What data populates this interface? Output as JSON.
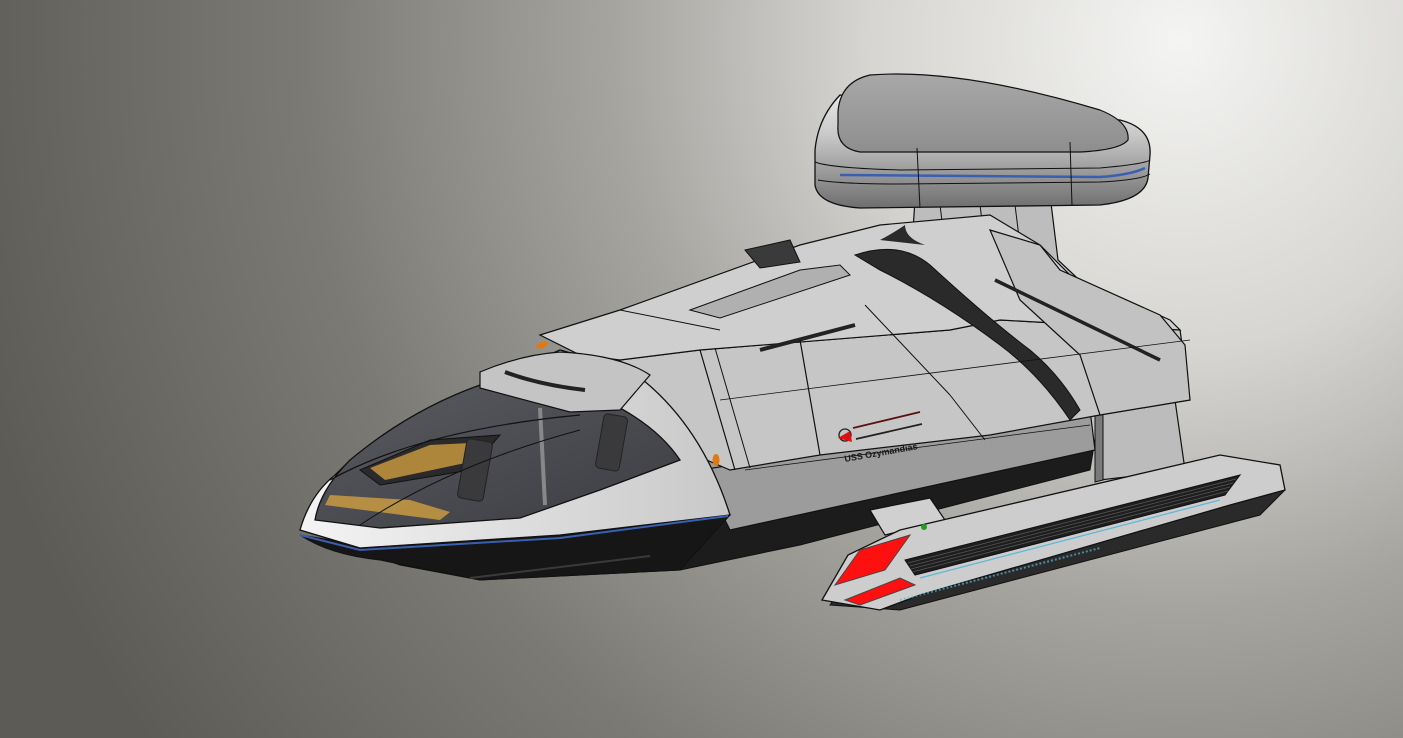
{
  "scene": {
    "type": "3d-cad-render",
    "subject": "shuttlecraft model",
    "background": {
      "top_right": "#f2f2f0",
      "mid": "#a9a8a3",
      "bottom_left": "#5f5e58"
    }
  },
  "ship": {
    "registry_label": "USS Ozymandias",
    "colors": {
      "hull_light": "#d4d4d4",
      "hull_mid": "#b8b8b8",
      "hull_dark": "#8a8a8a",
      "underside": "#1c1c1c",
      "canopy": "#4a4b4f",
      "accent_blue": "#3a5fb0",
      "nacelle_red": "#ff1010",
      "console_gold": "#d9a640",
      "running_light_orange": "#e07a10",
      "nav_light_green": "#20a020",
      "grille_cyan": "#5ab8d8",
      "insignia_red": "#e01010"
    },
    "parts": {
      "sensor_pod": "top-sensor-pod",
      "cockpit": "cockpit-canopy",
      "main_hull": "main-hull",
      "nacelle": "warp-nacelle",
      "pylon": "nacelle-pylon"
    }
  }
}
